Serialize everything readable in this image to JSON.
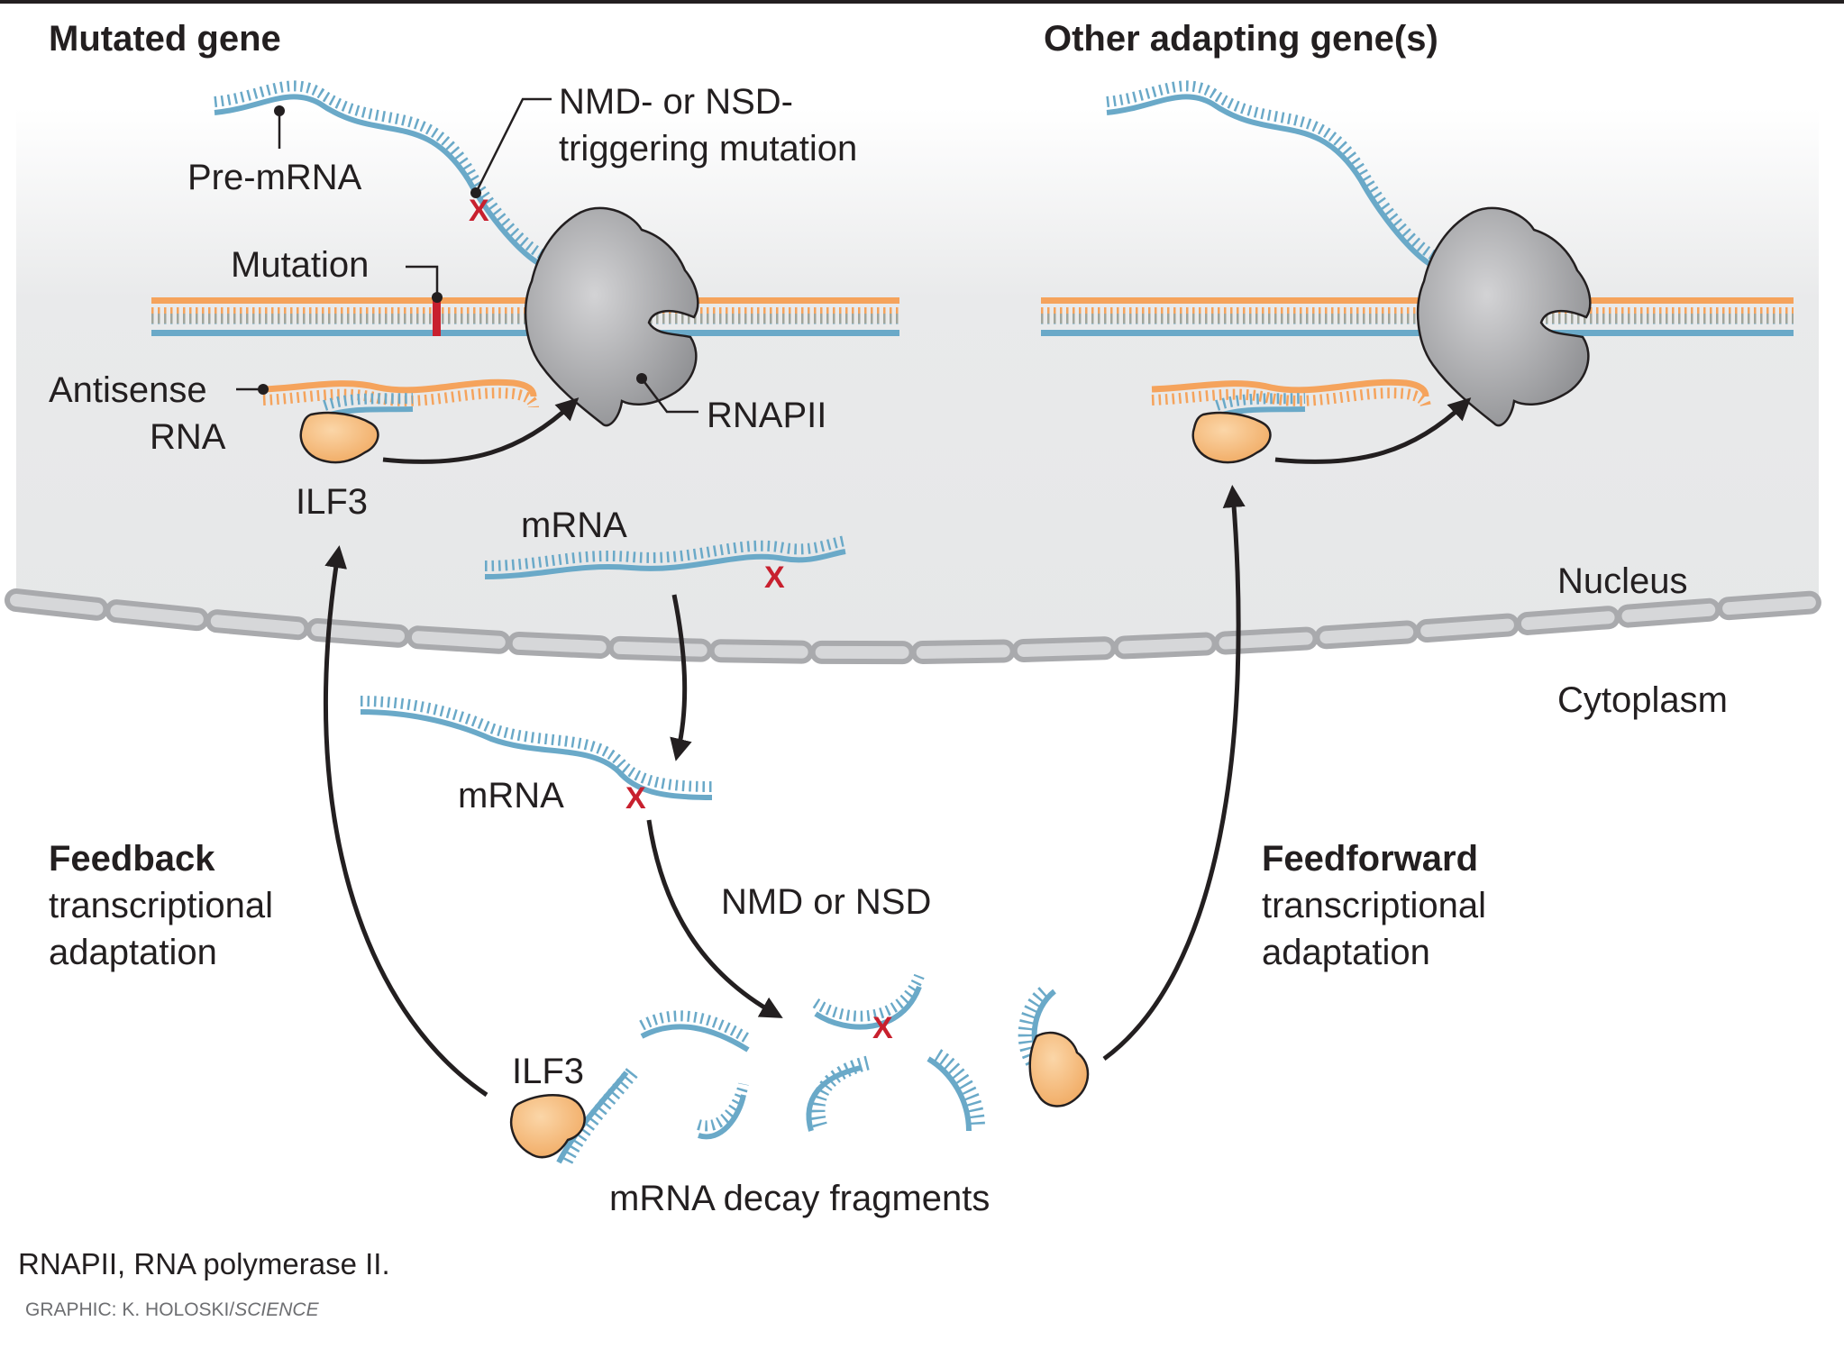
{
  "left_heading": "Mutated gene",
  "right_heading": "Other adapting gene(s)",
  "labels": {
    "pre_mrna": "Pre-mRNA",
    "nmd_mutation_line1": "NMD- or NSD-",
    "nmd_mutation_line2": "triggering mutation",
    "mutation": "Mutation",
    "antisense_line1": "Antisense",
    "antisense_line2": "RNA",
    "rnapii": "RNAPII",
    "ilf3_top": "ILF3",
    "mrna_nucleus": "mRNA",
    "nucleus": "Nucleus",
    "cytoplasm": "Cytoplasm",
    "mrna_cytoplasm": "mRNA",
    "nmd_or_nsd": "NMD or NSD",
    "ilf3_bottom": "ILF3",
    "decay_fragments": "mRNA decay fragments"
  },
  "feedback": {
    "title": "Feedback",
    "line1": "transcriptional",
    "line2": "adaptation"
  },
  "feedforward": {
    "title": "Feedforward",
    "line1": "transcriptional",
    "line2": "adaptation"
  },
  "footnote": "RNAPII, RNA polymerase II.",
  "credit": {
    "prefix": "GRAPHIC: K. HOLOSKI/",
    "source": "SCIENCE"
  },
  "colors": {
    "rna_blue": "#6aa9c8",
    "antisense_orange": "#f5a35c",
    "ilf3_orange": "#f7bd7e",
    "polymerase_gray": "#a6a6a8",
    "mutation_red": "#c8202e",
    "arrow_black": "#231f20",
    "membrane_gray": "#c2c3c5"
  }
}
